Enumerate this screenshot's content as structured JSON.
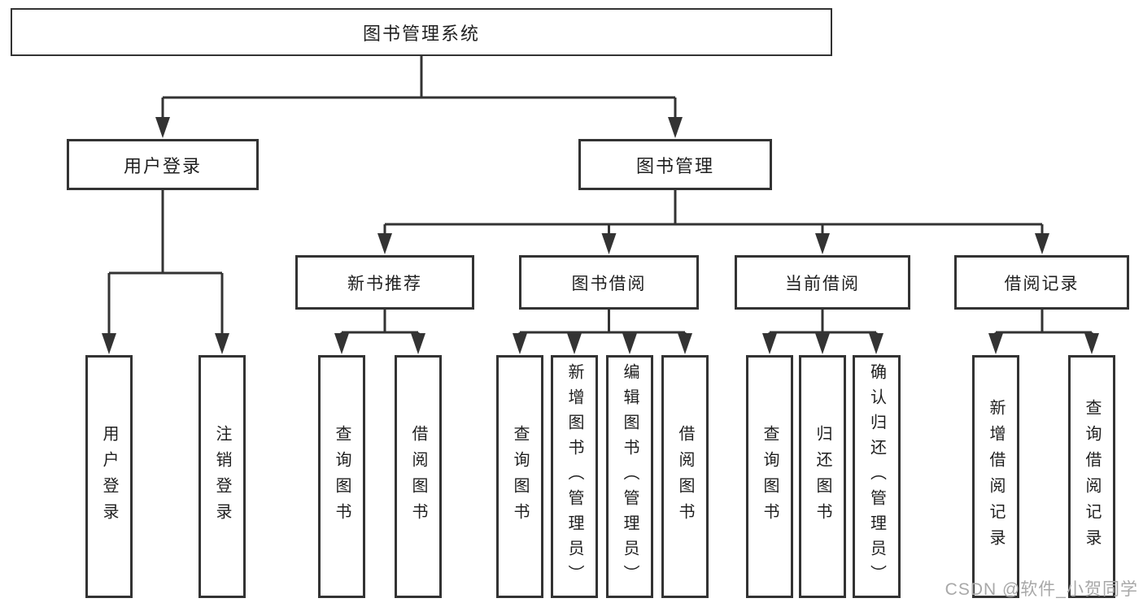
{
  "colors": {
    "line": "#333333",
    "box_border": "#333333",
    "text": "#1f1f1f",
    "watermark": "#a8a8a8",
    "background": "#ffffff"
  },
  "diagram": {
    "type": "tree",
    "root": {
      "label": "图书管理系统"
    },
    "branches": [
      {
        "label": "用户登录",
        "children": [
          {
            "label": "用户登录"
          },
          {
            "label": "注销登录"
          }
        ]
      },
      {
        "label": "图书管理",
        "children": [
          {
            "label": "新书推荐",
            "children": [
              {
                "label": "查询图书"
              },
              {
                "label": "借阅图书"
              }
            ]
          },
          {
            "label": "图书借阅",
            "children": [
              {
                "label": "查询图书"
              },
              {
                "label": "新增图书（管理员）"
              },
              {
                "label": "编辑图书（管理员）"
              },
              {
                "label": "借阅图书"
              }
            ]
          },
          {
            "label": "当前借阅",
            "children": [
              {
                "label": "查询图书"
              },
              {
                "label": "归还图书"
              },
              {
                "label": "确认归还（管理员）"
              }
            ]
          },
          {
            "label": "借阅记录",
            "children": [
              {
                "label": "新增借阅记录"
              },
              {
                "label": "查询借阅记录"
              }
            ]
          }
        ]
      }
    ]
  },
  "watermark": {
    "text": "CSDN @软件_小贺同学"
  }
}
